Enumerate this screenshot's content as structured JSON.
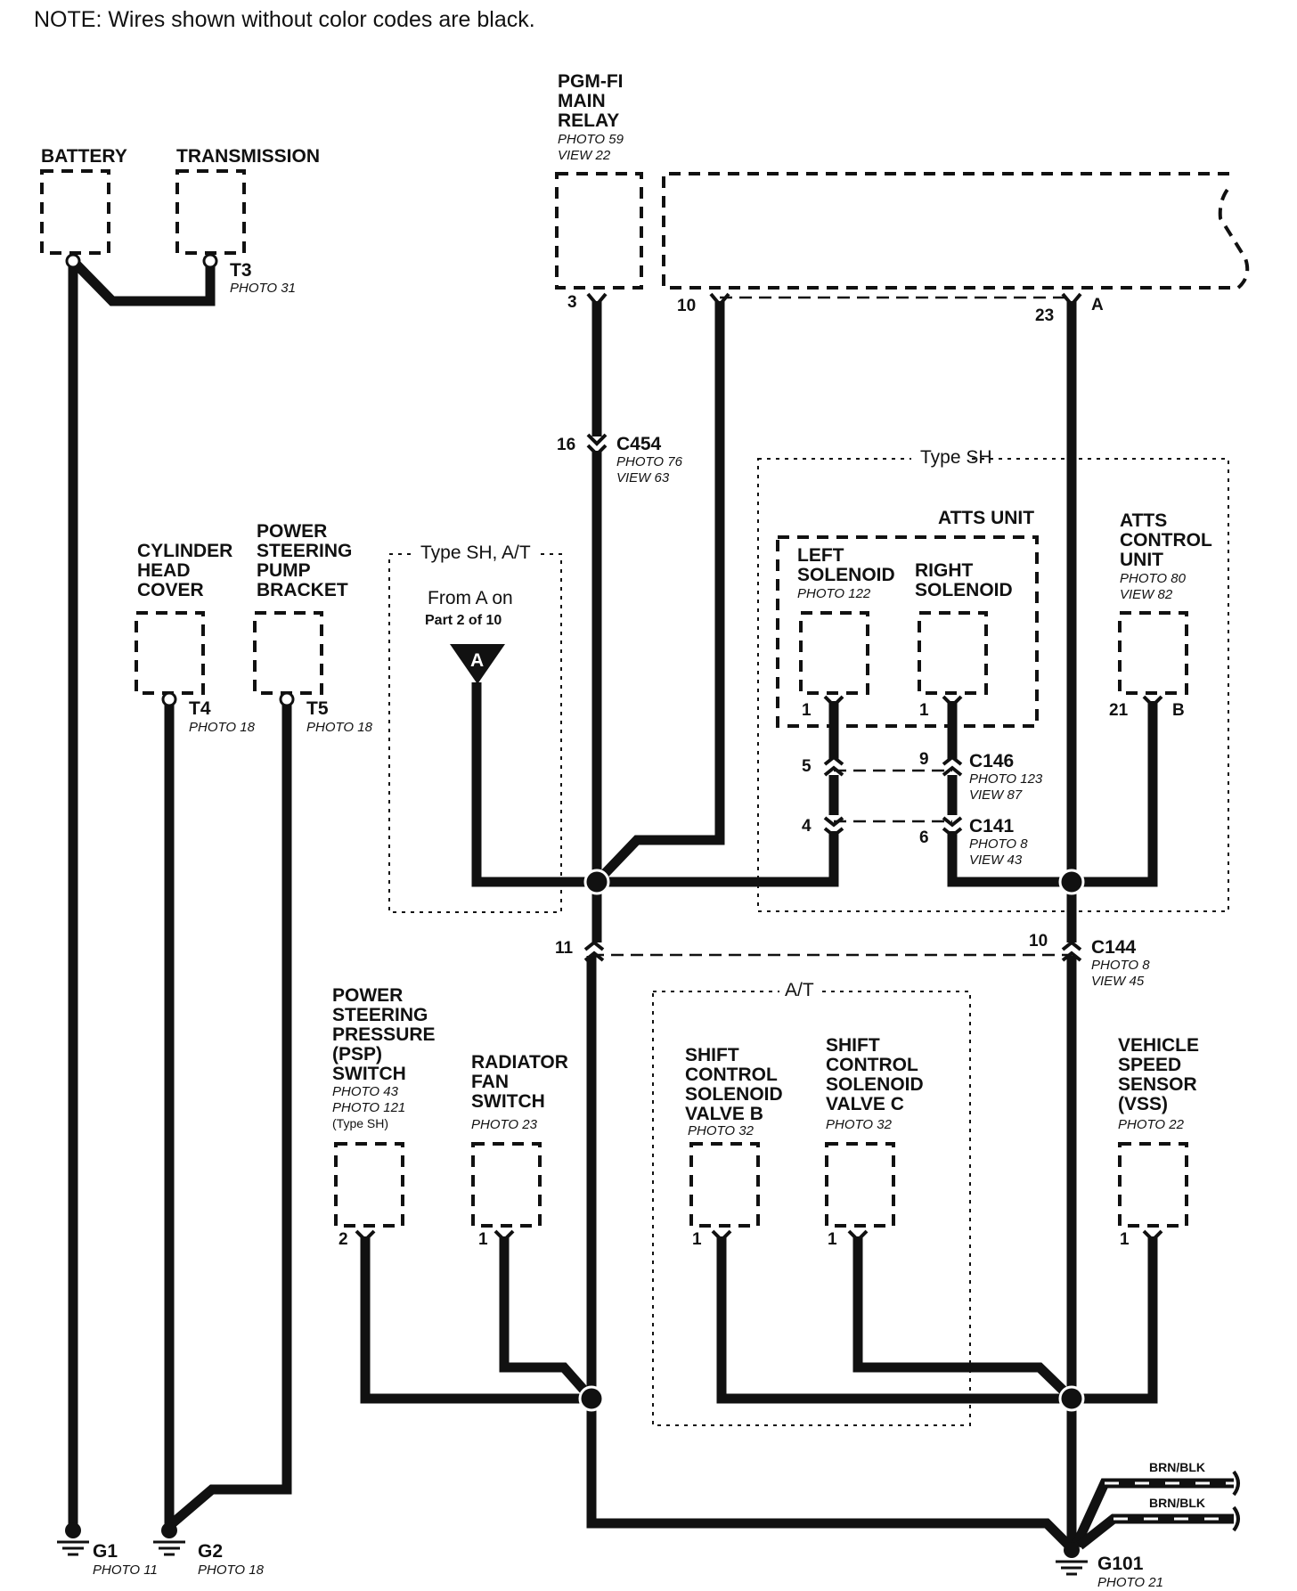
{
  "note": "NOTE: Wires shown without color codes are black.",
  "components": {
    "battery": [
      "BATTERY"
    ],
    "transmission": [
      "TRANSMISSION"
    ],
    "t3": {
      "id": "T3",
      "photo": "PHOTO 31"
    },
    "pgm_fi": [
      "PGM-FI",
      "MAIN",
      "RELAY"
    ],
    "pgm_fi_photo": [
      "PHOTO 59",
      "VIEW 22"
    ],
    "cyl_head": [
      "CYLINDER",
      "HEAD",
      "COVER"
    ],
    "t4": {
      "id": "T4",
      "photo": "PHOTO 18"
    },
    "ps_pump": [
      "POWER",
      "STEERING",
      "PUMP",
      "BRACKET"
    ],
    "t5": {
      "id": "T5",
      "photo": "PHOTO 18"
    },
    "atts_unit": "ATTS UNIT",
    "left_sol": [
      "LEFT",
      "SOLENOID"
    ],
    "left_sol_photo": "PHOTO 122",
    "right_sol": [
      "RIGHT",
      "SOLENOID"
    ],
    "atts_ctrl": [
      "ATTS",
      "CONTROL",
      "UNIT"
    ],
    "atts_ctrl_photo": [
      "PHOTO 80",
      "VIEW 82"
    ],
    "psp": [
      "POWER",
      "STEERING",
      "PRESSURE",
      "(PSP)",
      "SWITCH"
    ],
    "psp_photo": [
      "PHOTO 43",
      "PHOTO 121",
      "(Type SH)"
    ],
    "rad_fan": [
      "RADIATOR",
      "FAN",
      "SWITCH"
    ],
    "rad_fan_photo": "PHOTO 23",
    "scs_b": [
      "SHIFT",
      "CONTROL",
      "SOLENOID",
      "VALVE B"
    ],
    "scs_b_photo": "PHOTO 32",
    "scs_c": [
      "SHIFT",
      "CONTROL",
      "SOLENOID",
      "VALVE C"
    ],
    "scs_c_photo": "PHOTO 32",
    "vss": [
      "VEHICLE",
      "SPEED",
      "SENSOR",
      "(VSS)"
    ],
    "vss_photo": "PHOTO 22"
  },
  "connectors": {
    "c454": {
      "id": "C454",
      "photo": [
        "PHOTO 76",
        "VIEW 63"
      ]
    },
    "c146": {
      "id": "C146",
      "photo": [
        "PHOTO 123",
        "VIEW 87"
      ]
    },
    "c141": {
      "id": "C141",
      "photo": [
        "PHOTO 8",
        "VIEW 43"
      ]
    },
    "c144": {
      "id": "C144",
      "photo": [
        "PHOTO 8",
        "VIEW 45"
      ]
    }
  },
  "regions": {
    "type_sh": "Type SH",
    "type_sh_at": "Type SH, A/T",
    "at": "A/T",
    "from_a": "From A on",
    "from_a_part": "Part 2 of 10",
    "marker": "A"
  },
  "pins": {
    "relay_3": "3",
    "ecu_10": "10",
    "ecu_23": "23",
    "ecu_A": "A",
    "c454_16": "16",
    "sol_l_1": "1",
    "sol_r_1": "1",
    "c146_5": "5",
    "c146_9": "9",
    "c141_4": "4",
    "c141_6": "6",
    "ctrl_21": "21",
    "ctrl_B": "B",
    "c144_11": "11",
    "c144_10": "10",
    "psp_2": "2",
    "rad_1": "1",
    "scsb_1": "1",
    "scsc_1": "1",
    "vss_1": "1"
  },
  "grounds": {
    "g1": {
      "id": "G1",
      "photo": "PHOTO 11"
    },
    "g2": {
      "id": "G2",
      "photo": "PHOTO 18"
    },
    "g101": {
      "id": "G101",
      "photo": "PHOTO 21"
    }
  },
  "wire_colors": [
    "BRN/BLK",
    "BRN/BLK"
  ]
}
